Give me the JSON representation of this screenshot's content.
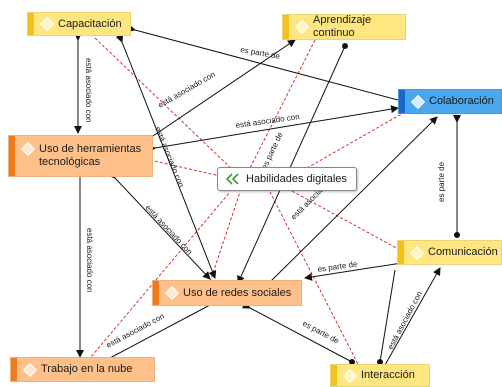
{
  "central": {
    "label": "Habilidades digitales",
    "icon": "double-chevron-icon"
  },
  "nodes": {
    "capacitacion": "Capacitación",
    "aprendizaje": "Aprendizaje continuo",
    "colaboracion": "Colaboración",
    "herramientas": "Uso de herramientas tecnológicas",
    "comunicacion": "Comunicación",
    "redes": "Uso de redes sociales",
    "nube": "Trabajo en la nube",
    "interaccion": "Interacción"
  },
  "edge_labels": {
    "asociado": "está asociado con",
    "parte": "es parte de"
  },
  "colors": {
    "yellow_fill": "#ffe680",
    "yellow_bar": "#f4c01a",
    "orange_fill": "#ffc08a",
    "orange_bar": "#f07a1a",
    "blue_fill": "#4aa8ee",
    "blue_bar": "#1a66cc",
    "dashed_red": "#cc2222"
  }
}
